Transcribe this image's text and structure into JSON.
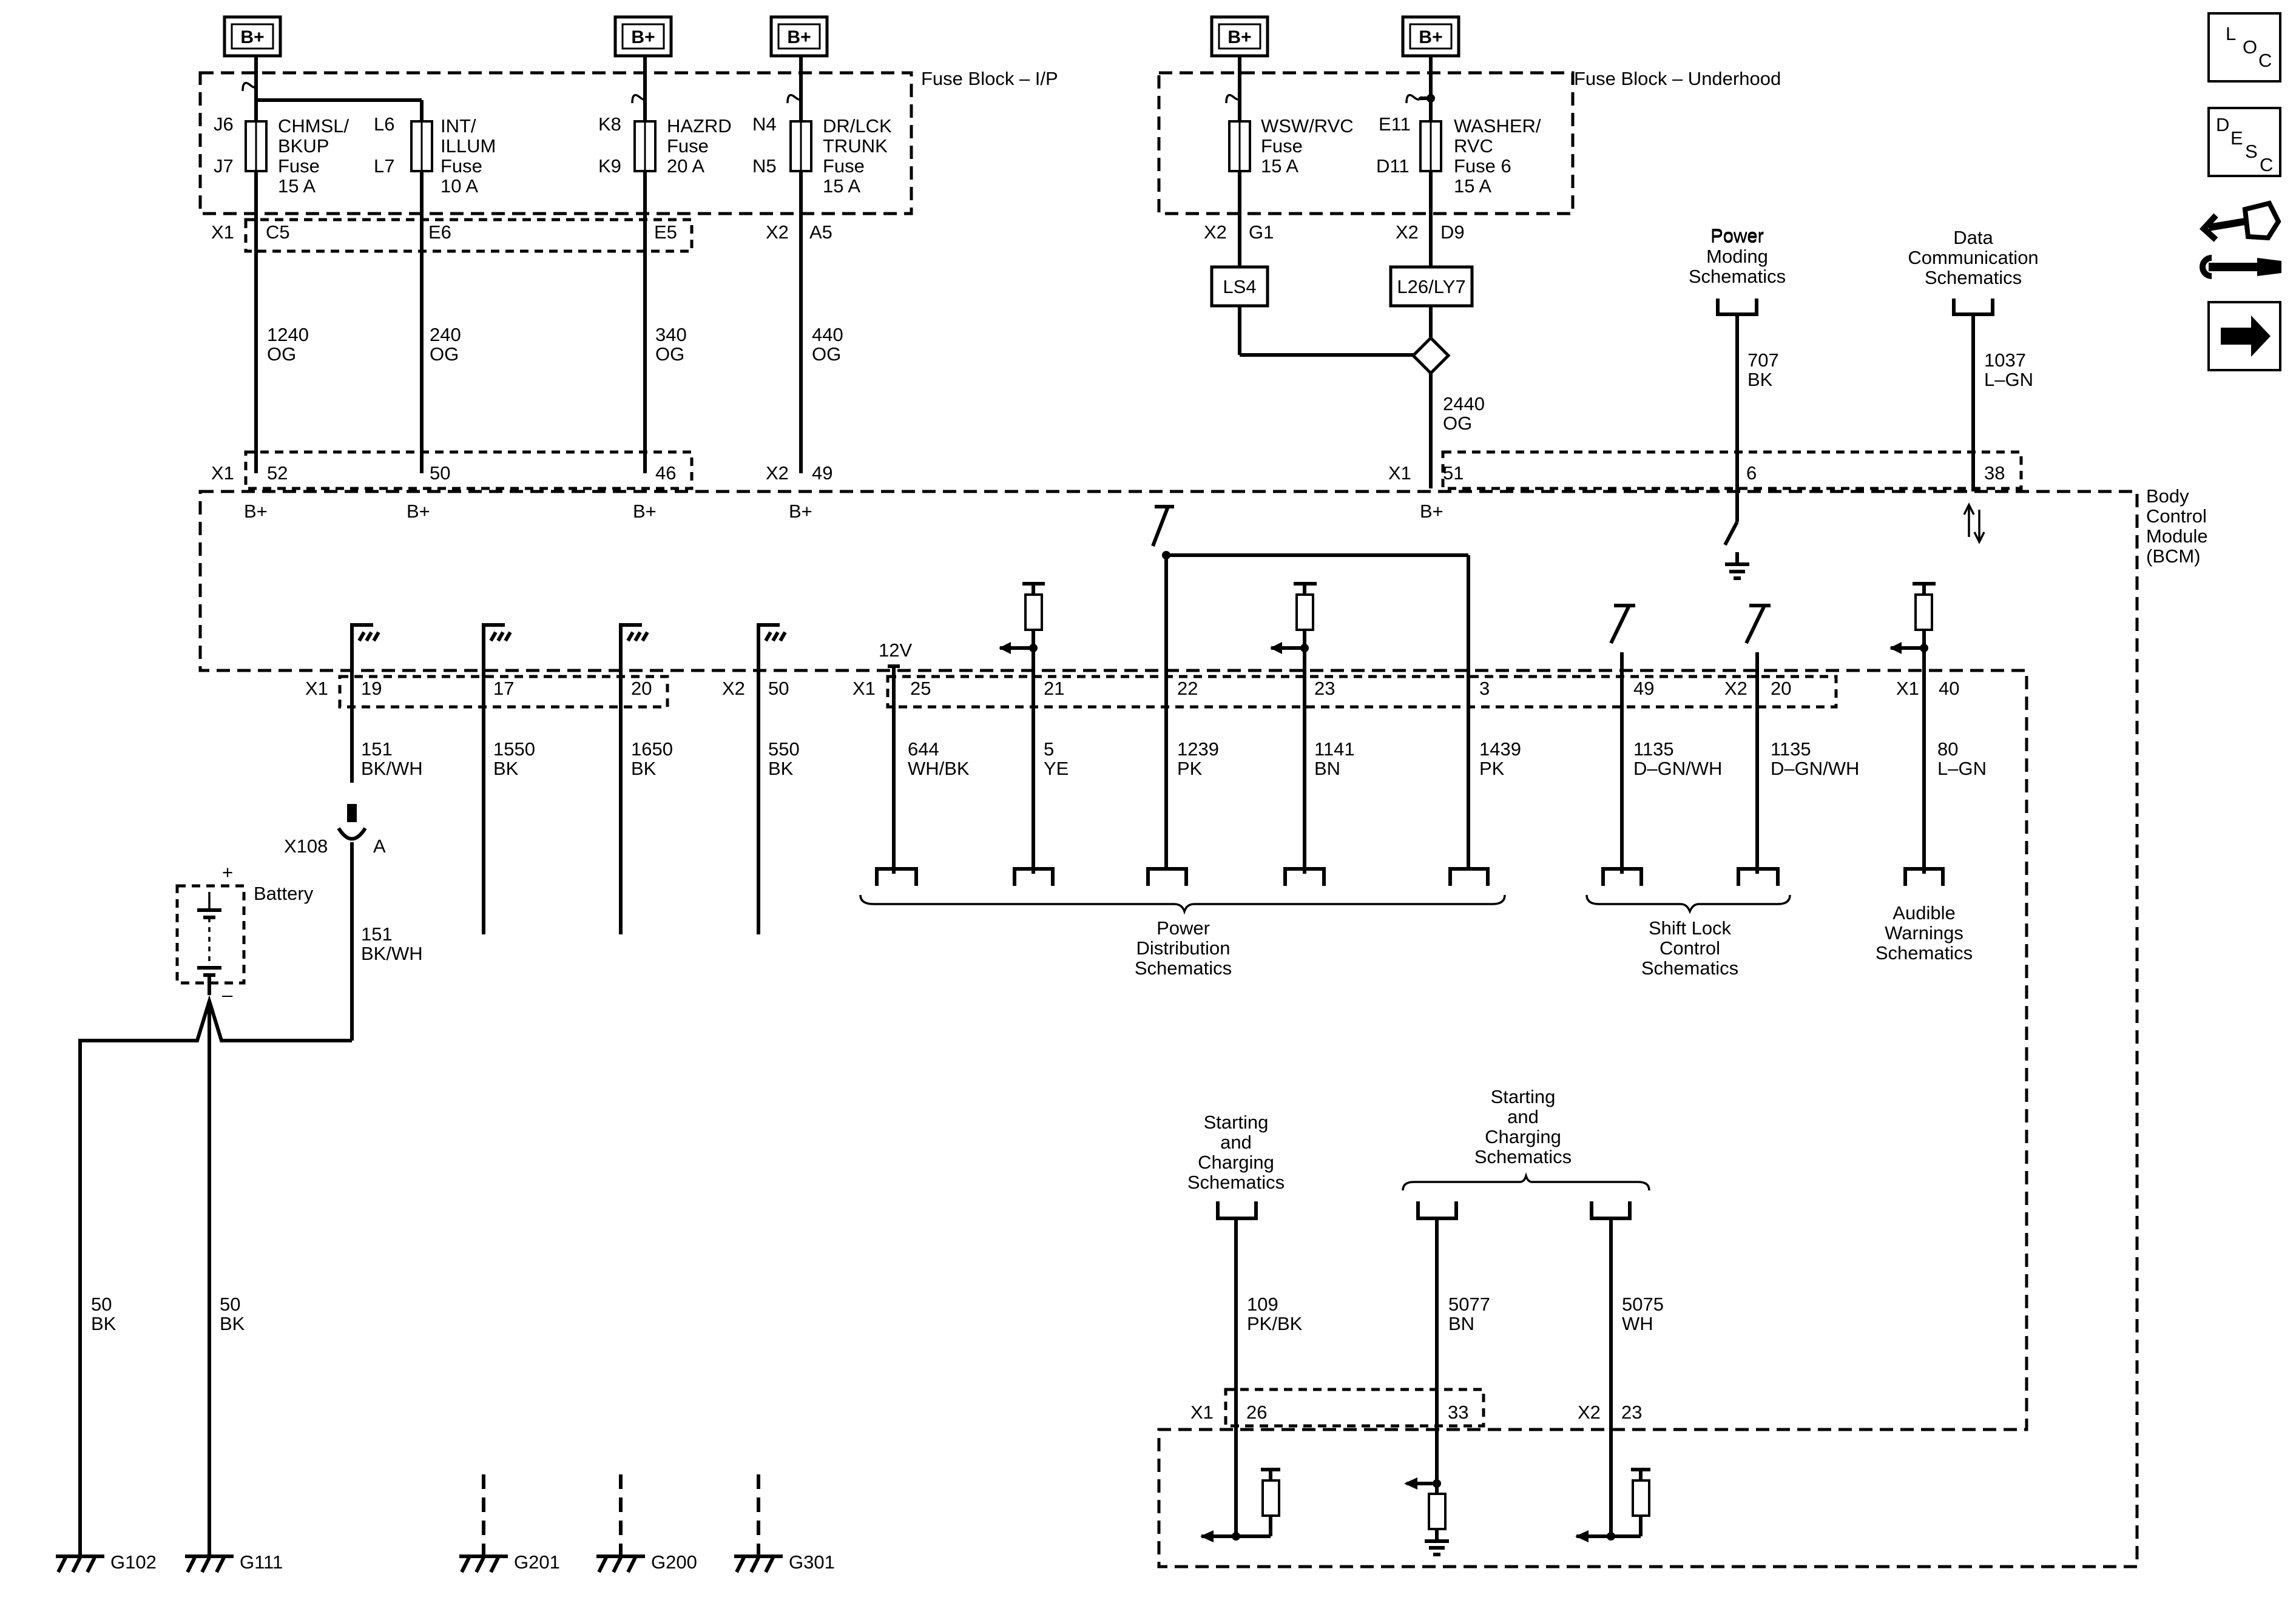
{
  "colors": {
    "line": "#000000",
    "background": "#ffffff"
  },
  "nav_icons": [
    {
      "name": "loc-icon",
      "letters": [
        "L",
        "O",
        "C"
      ]
    },
    {
      "name": "desc-icon",
      "letters": [
        "D",
        "E",
        "S",
        "C"
      ]
    },
    {
      "name": "connector-tools-icon"
    },
    {
      "name": "next-arrow-icon"
    }
  ],
  "b_plus": "B+",
  "fuse_blocks": {
    "ip": "Fuse Block – I/P",
    "underhood": "Fuse Block – Underhood"
  },
  "fuses": [
    {
      "top": "J6",
      "bottom": "J7",
      "name": [
        "CHMSL/",
        "BKUP",
        "Fuse",
        "15 A"
      ],
      "cavity": "C5",
      "conn": "X1",
      "wire": "1240",
      "color": "OG",
      "pin": "52",
      "pinconn": "X1"
    },
    {
      "top": "L6",
      "bottom": "L7",
      "name": [
        "INT/",
        "ILLUM",
        "Fuse",
        "10 A"
      ],
      "cavity": "E6",
      "wire": "240",
      "color": "OG",
      "pin": "50"
    },
    {
      "top": "K8",
      "bottom": "K9",
      "name": [
        "HAZRD",
        "Fuse",
        "20 A"
      ],
      "cavity": "E5",
      "wire": "340",
      "color": "OG",
      "pin": "46"
    },
    {
      "top": "N4",
      "bottom": "N5",
      "name": [
        "DR/LCK",
        "TRUNK",
        "Fuse",
        "15 A"
      ],
      "cavity": "A5",
      "conn": "X2",
      "wire": "440",
      "color": "OG",
      "pin": "49",
      "pinconn": "X2"
    },
    {
      "name": [
        "WSW/RVC",
        "Fuse",
        "15 A"
      ],
      "cavity": "G1",
      "conn": "X2",
      "option": "LS4"
    },
    {
      "top": "E11",
      "bottom": "D11",
      "name": [
        "WASHER/",
        "RVC",
        "Fuse 6",
        "15 A"
      ],
      "cavity": "D9",
      "conn": "X2",
      "option": "L26/LY7"
    }
  ],
  "splice_wire": {
    "wire": "2440",
    "color": "OG",
    "conn": "X1",
    "pin": "51"
  },
  "power_moding": {
    "title": [
      "Power",
      "Moding",
      "Schematics"
    ],
    "wire": "707",
    "color": "BK",
    "pin": "6"
  },
  "data_comm": {
    "title": [
      "Data",
      "Communication",
      "Schematics"
    ],
    "wire": "1037",
    "color": "L–GN",
    "pin": "38"
  },
  "bcm": {
    "title": [
      "Body",
      "Control",
      "Module",
      "(BCM)"
    ]
  },
  "ground_pins": [
    {
      "conn": "X1",
      "pin": "19",
      "wire": "151",
      "color": "BK/WH"
    },
    {
      "pin": "17",
      "wire": "1550",
      "color": "BK"
    },
    {
      "pin": "20",
      "wire": "1650",
      "color": "BK"
    },
    {
      "conn": "X2",
      "pin": "50",
      "wire": "550",
      "color": "BK"
    }
  ],
  "x108": {
    "label": "X108",
    "pin": "A",
    "wire": "151",
    "color": "BK/WH"
  },
  "battery": {
    "label": "Battery",
    "plus": "+",
    "minus": "–"
  },
  "battery_grounds": [
    {
      "wire": "50",
      "color": "BK",
      "ground": "G102"
    },
    {
      "wire": "50",
      "color": "BK",
      "ground": "G111"
    }
  ],
  "grounds": [
    "G201",
    "G200",
    "G301"
  ],
  "voltage_12v": "12V",
  "bottom_pins": [
    {
      "conn": "X1",
      "pin": "25",
      "wire": "644",
      "color": "WH/BK"
    },
    {
      "pin": "21",
      "wire": "5",
      "color": "YE"
    },
    {
      "pin": "22",
      "wire": "1239",
      "color": "PK"
    },
    {
      "pin": "23",
      "wire": "1141",
      "color": "BN"
    },
    {
      "pin": "3",
      "wire": "1439",
      "color": "PK"
    },
    {
      "pin": "49",
      "wire": "1135",
      "color": "D–GN/WH"
    },
    {
      "conn": "X2",
      "pin": "20",
      "wire": "1135",
      "color": "D–GN/WH"
    },
    {
      "conn": "X1",
      "pin": "40",
      "wire": "80",
      "color": "L–GN"
    }
  ],
  "destinations": {
    "power_distribution": [
      "Power",
      "Distribution",
      "Schematics"
    ],
    "shift_lock": [
      "Shift Lock",
      "Control",
      "Schematics"
    ],
    "audible_warnings": [
      "Audible",
      "Warnings",
      "Schematics"
    ],
    "starting_charging_1": [
      "Starting",
      "and",
      "Charging",
      "Schematics"
    ],
    "starting_charging_2": [
      "Starting",
      "and",
      "Charging",
      "Schematics"
    ]
  },
  "lower_pins": [
    {
      "conn": "X1",
      "pin": "26",
      "wire": "109",
      "color": "PK/BK"
    },
    {
      "pin": "33",
      "wire": "5077",
      "color": "BN"
    },
    {
      "conn": "X2",
      "pin": "23",
      "wire": "5075",
      "color": "WH"
    }
  ]
}
